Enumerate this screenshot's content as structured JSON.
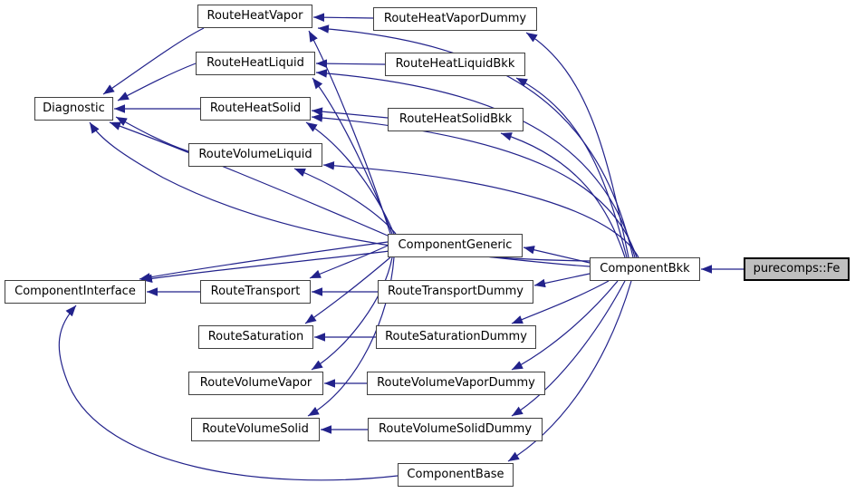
{
  "diagram": {
    "type": "class-inheritance-graph",
    "focus_node": "purecomps::Fe",
    "colors": {
      "edge": "#22228b",
      "node_fill": "#ffffff",
      "node_border": "#404040",
      "focus_fill": "#bfbfbf",
      "focus_border": "#000000",
      "background": "#ffffff"
    },
    "nodes": {
      "route_heat_vapor": {
        "label": "RouteHeatVapor"
      },
      "route_heat_vapor_dummy": {
        "label": "RouteHeatVaporDummy"
      },
      "route_heat_liquid": {
        "label": "RouteHeatLiquid"
      },
      "route_heat_liquid_bkk": {
        "label": "RouteHeatLiquidBkk"
      },
      "diagnostic": {
        "label": "Diagnostic"
      },
      "route_heat_solid": {
        "label": "RouteHeatSolid"
      },
      "route_heat_solid_bkk": {
        "label": "RouteHeatSolidBkk"
      },
      "route_volume_liquid": {
        "label": "RouteVolumeLiquid"
      },
      "component_generic": {
        "label": "ComponentGeneric"
      },
      "component_interface": {
        "label": "ComponentInterface"
      },
      "route_transport": {
        "label": "RouteTransport"
      },
      "route_transport_dummy": {
        "label": "RouteTransportDummy"
      },
      "component_bkk": {
        "label": "ComponentBkk"
      },
      "purecomps_fe": {
        "label": "purecomps::Fe"
      },
      "route_saturation": {
        "label": "RouteSaturation"
      },
      "route_saturation_dummy": {
        "label": "RouteSaturationDummy"
      },
      "route_volume_vapor": {
        "label": "RouteVolumeVapor"
      },
      "route_volume_vapor_dummy": {
        "label": "RouteVolumeVaporDummy"
      },
      "route_volume_solid": {
        "label": "RouteVolumeSolid"
      },
      "route_volume_solid_dummy": {
        "label": "RouteVolumeSolidDummy"
      },
      "component_base": {
        "label": "ComponentBase"
      }
    },
    "edges": [
      {
        "from": "route_heat_vapor_dummy",
        "to": "route_heat_vapor"
      },
      {
        "from": "route_heat_liquid_bkk",
        "to": "route_heat_liquid"
      },
      {
        "from": "route_heat_solid_bkk",
        "to": "route_heat_solid"
      },
      {
        "from": "route_transport_dummy",
        "to": "route_transport"
      },
      {
        "from": "route_saturation_dummy",
        "to": "route_saturation"
      },
      {
        "from": "route_volume_vapor_dummy",
        "to": "route_volume_vapor"
      },
      {
        "from": "route_volume_solid_dummy",
        "to": "route_volume_solid"
      },
      {
        "from": "purecomps_fe",
        "to": "component_bkk"
      },
      {
        "from": "route_heat_vapor",
        "to": "diagnostic"
      },
      {
        "from": "route_heat_liquid",
        "to": "diagnostic"
      },
      {
        "from": "route_heat_solid",
        "to": "diagnostic"
      },
      {
        "from": "route_volume_liquid",
        "to": "diagnostic"
      },
      {
        "from": "component_generic",
        "to": "diagnostic"
      },
      {
        "from": "component_bkk",
        "to": "diagnostic"
      },
      {
        "from": "component_generic",
        "to": "route_heat_vapor"
      },
      {
        "from": "component_bkk",
        "to": "route_heat_vapor"
      },
      {
        "from": "component_generic",
        "to": "route_heat_liquid"
      },
      {
        "from": "component_bkk",
        "to": "route_heat_liquid"
      },
      {
        "from": "component_generic",
        "to": "route_heat_solid"
      },
      {
        "from": "component_bkk",
        "to": "route_heat_solid"
      },
      {
        "from": "component_generic",
        "to": "route_volume_liquid"
      },
      {
        "from": "component_bkk",
        "to": "route_volume_liquid"
      },
      {
        "from": "component_generic",
        "to": "component_interface"
      },
      {
        "from": "component_bkk",
        "to": "component_interface"
      },
      {
        "from": "route_transport",
        "to": "component_interface"
      },
      {
        "from": "component_base",
        "to": "component_interface"
      },
      {
        "from": "component_generic",
        "to": "route_transport"
      },
      {
        "from": "component_generic",
        "to": "route_saturation"
      },
      {
        "from": "component_generic",
        "to": "route_volume_vapor"
      },
      {
        "from": "component_generic",
        "to": "route_volume_solid"
      },
      {
        "from": "component_bkk",
        "to": "component_generic"
      },
      {
        "from": "component_bkk",
        "to": "route_transport_dummy"
      },
      {
        "from": "component_bkk",
        "to": "route_saturation_dummy"
      },
      {
        "from": "component_bkk",
        "to": "route_volume_vapor_dummy"
      },
      {
        "from": "component_bkk",
        "to": "route_volume_solid_dummy"
      },
      {
        "from": "component_bkk",
        "to": "route_heat_vapor_dummy"
      },
      {
        "from": "component_bkk",
        "to": "route_heat_liquid_bkk"
      },
      {
        "from": "component_bkk",
        "to": "route_heat_solid_bkk"
      },
      {
        "from": "component_bkk",
        "to": "component_base"
      }
    ]
  }
}
